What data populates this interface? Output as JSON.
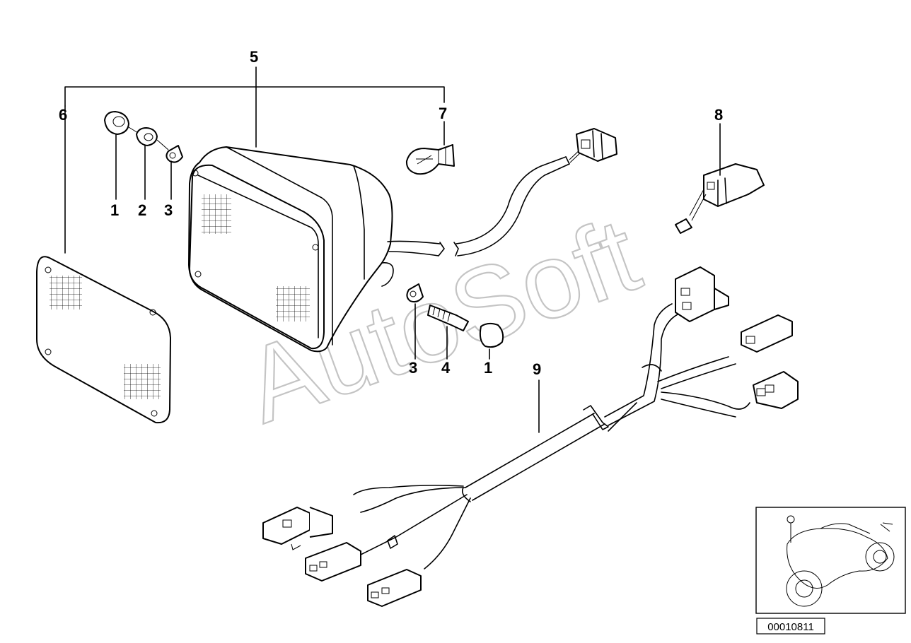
{
  "callouts": {
    "c1a": "1",
    "c2": "2",
    "c3a": "3",
    "c5": "5",
    "c6": "6",
    "c7": "7",
    "c8": "8",
    "c9": "9",
    "c3b": "3",
    "c4": "4",
    "c1b": "1"
  },
  "watermark": "AutoSoft",
  "diagram_number": "00010811"
}
